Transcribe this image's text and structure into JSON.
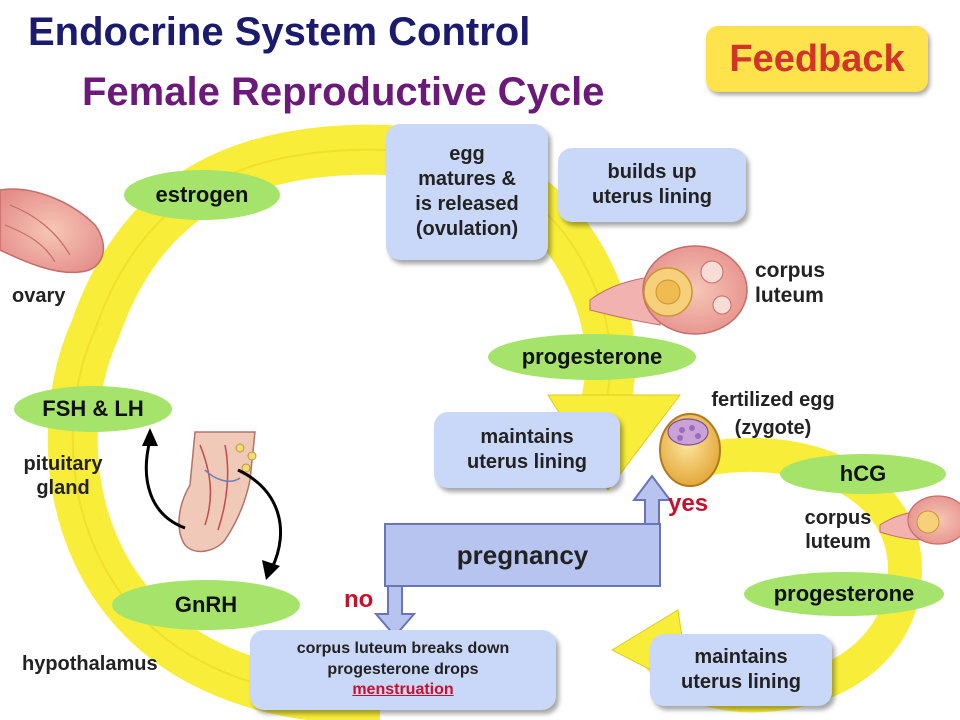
{
  "title": "Endocrine System Control",
  "subtitle": "Female Reproductive Cycle",
  "feedback_button": "Feedback",
  "hormones": {
    "estrogen": "estrogen",
    "fsh_lh": "FSH & LH",
    "gnrh": "GnRH",
    "progesterone_main": "progesterone",
    "hcg": "hCG",
    "progesterone_pregnancy": "progesterone"
  },
  "boxes": {
    "egg_matures": [
      "egg",
      "matures &",
      "is released",
      "(ovulation)"
    ],
    "builds_up": [
      "builds up",
      "uterus lining"
    ],
    "maintains_main": [
      "maintains",
      "uterus lining"
    ],
    "maintains_pregnancy": [
      "maintains",
      "uterus lining"
    ],
    "breakdown": [
      "corpus luteum breaks down",
      "progesterone drops",
      "menstruation"
    ]
  },
  "labels": {
    "ovary": "ovary",
    "corpus_luteum_top": [
      "corpus",
      "luteum"
    ],
    "pituitary": [
      "pituitary",
      "gland"
    ],
    "hypothalamus": "hypothalamus",
    "fertilized_egg": [
      "fertilized egg",
      "(zygote)"
    ],
    "corpus_luteum_bottom": [
      "corpus",
      "luteum"
    ]
  },
  "decision": {
    "pregnancy": "pregnancy",
    "yes": "yes",
    "no": "no"
  },
  "colors": {
    "cycle_arrow": "#f8ee3a",
    "hormone_oval": "#a5e36a",
    "info_box": "#c9d8f8",
    "feedback_bg": "#ffe34d",
    "feedback_text": "#d2342a",
    "decision_red": "#c8102e"
  }
}
